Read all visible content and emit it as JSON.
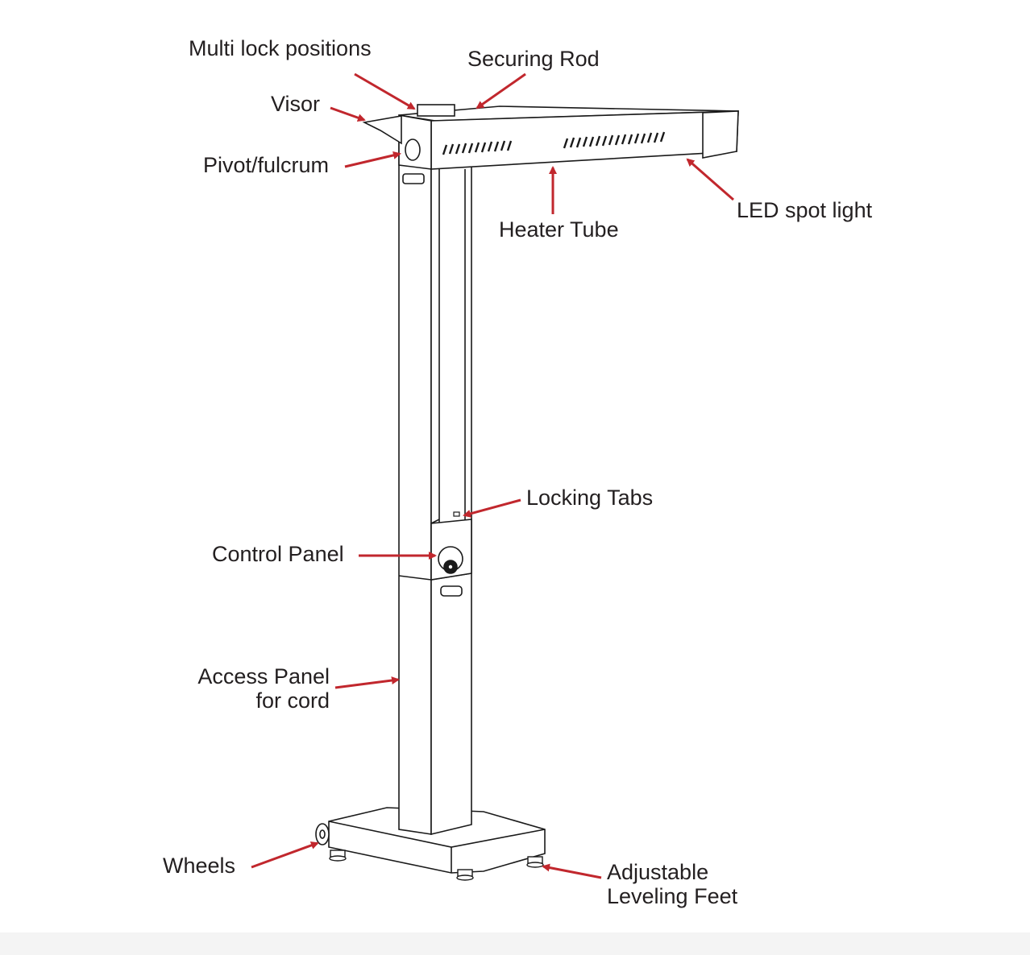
{
  "colors": {
    "callout": "#c1272d",
    "line": "#1a1a1a",
    "text": "#231f20",
    "background": "#ffffff"
  },
  "labels": {
    "multi_lock": "Multi lock positions",
    "securing_rod": "Securing Rod",
    "visor": "Visor",
    "pivot": "Pivot/fulcrum",
    "heater_tube": "Heater Tube",
    "led": "LED spot light",
    "locking_tabs": "Locking Tabs",
    "control_panel": "Control Panel",
    "access_panel_1": "Access Panel",
    "access_panel_2": "for cord",
    "wheels": "Wheels",
    "feet_1": "Adjustable",
    "feet_2": "Leveling Feet"
  }
}
